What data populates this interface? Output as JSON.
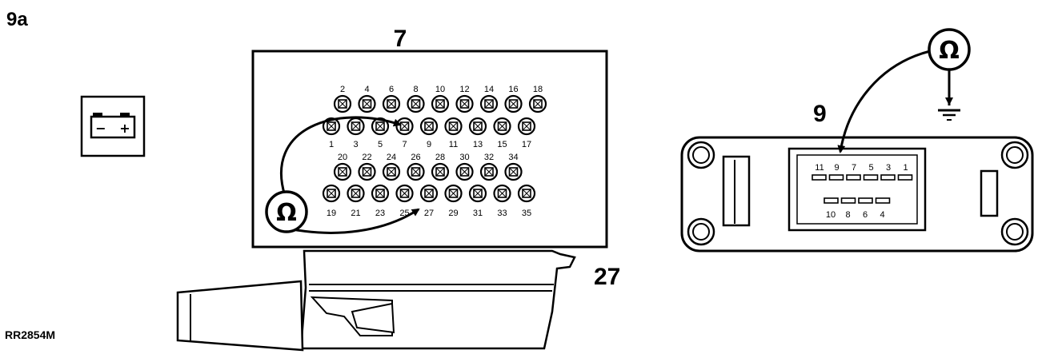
{
  "figure_label": "9a",
  "reference_code": "RR2854M",
  "battery": {
    "minus": "−",
    "plus": "+"
  },
  "ecu_connector": {
    "label": "7",
    "pins_top_even": [
      "2",
      "4",
      "6",
      "8",
      "10",
      "12",
      "14",
      "16",
      "18"
    ],
    "pins_top_odd": [
      "1",
      "3",
      "5",
      "7",
      "9",
      "11",
      "13",
      "15",
      "17"
    ],
    "pins_bottom_even": [
      "20",
      "22",
      "24",
      "26",
      "28",
      "30",
      "32",
      "34"
    ],
    "pins_bottom_odd": [
      "19",
      "21",
      "23",
      "25",
      "27",
      "29",
      "31",
      "33",
      "35"
    ],
    "ohmmeter_symbol": "Ω"
  },
  "harness_plug": {
    "label": "27"
  },
  "sensor_connector": {
    "label": "9",
    "pins_top": [
      "11",
      "9",
      "7",
      "5",
      "3",
      "1"
    ],
    "pins_bottom": [
      "10",
      "8",
      "6",
      "4"
    ],
    "ohmmeter_symbol": "Ω"
  }
}
